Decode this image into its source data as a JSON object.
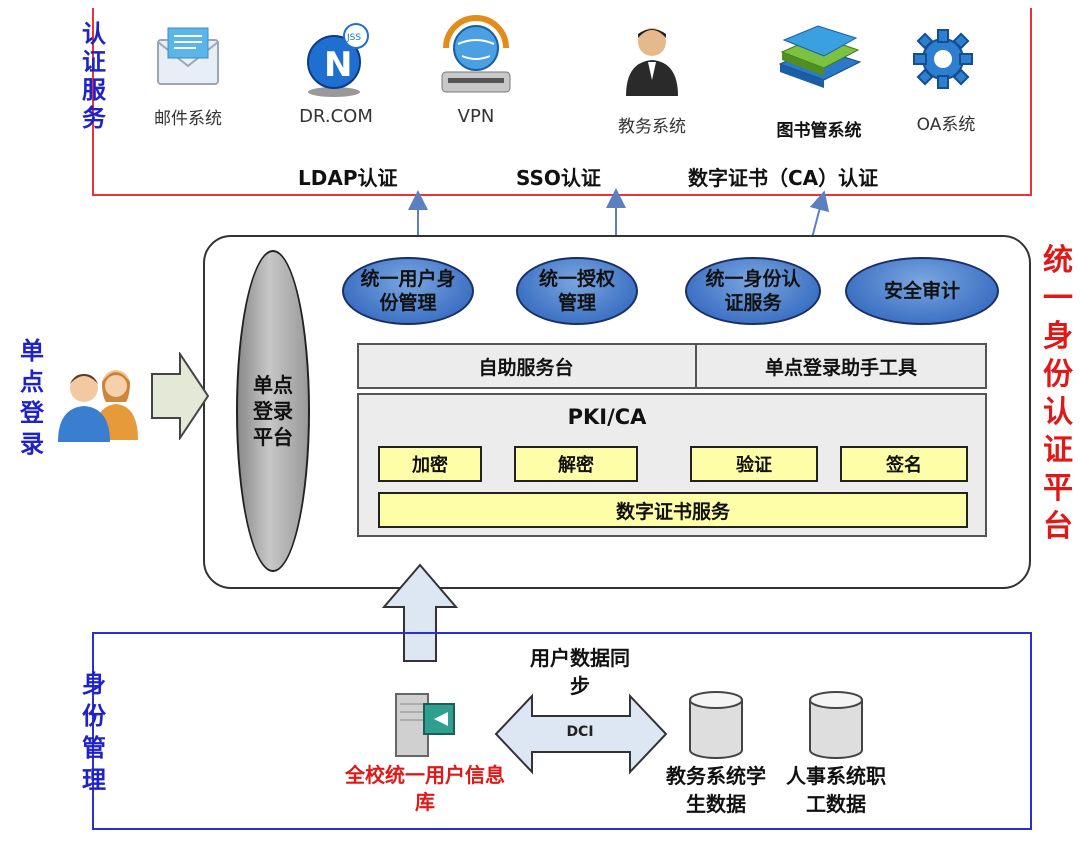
{
  "top": {
    "side_label": "认证服务",
    "apps": [
      {
        "label": "邮件系统",
        "icon": "mail-icon"
      },
      {
        "label": "DR.COM",
        "icon": "drcom-icon"
      },
      {
        "label": "VPN",
        "icon": "vpn-icon"
      },
      {
        "label": "教务系统",
        "icon": "person-icon"
      },
      {
        "label": "图书管系统",
        "icon": "books-icon"
      },
      {
        "label": "OA系统",
        "icon": "gear-icon"
      }
    ],
    "auth": [
      "LDAP认证",
      "SSO认证",
      "数字证书（CA）认证"
    ]
  },
  "platform": {
    "title": "统一身份认证平台",
    "sso_platform": "单点登录平台",
    "services": [
      "统一用户身份管理",
      "统一授权管理",
      "统一身份认证服务",
      "安全审计"
    ],
    "self_service": "自助服务台",
    "sso_tool": "单点登录助手工具",
    "pki": "PKI/CA",
    "crypto": [
      "加密",
      "解密",
      "验证",
      "签名"
    ],
    "cert_service": "数字证书服务"
  },
  "left": {
    "label": "单点登录"
  },
  "bottom": {
    "side_label": "身份管理",
    "sync_label": "用户数据同步",
    "arrow_label": "DCI",
    "user_db": "全校统一用户信息库",
    "db1": "教务系统学生数据",
    "db2": "人事系统职工数据"
  },
  "colors": {
    "red": "#e01818",
    "blue": "#1f22c8",
    "oval": "#3f73c4",
    "yellow": "#fffea8"
  }
}
